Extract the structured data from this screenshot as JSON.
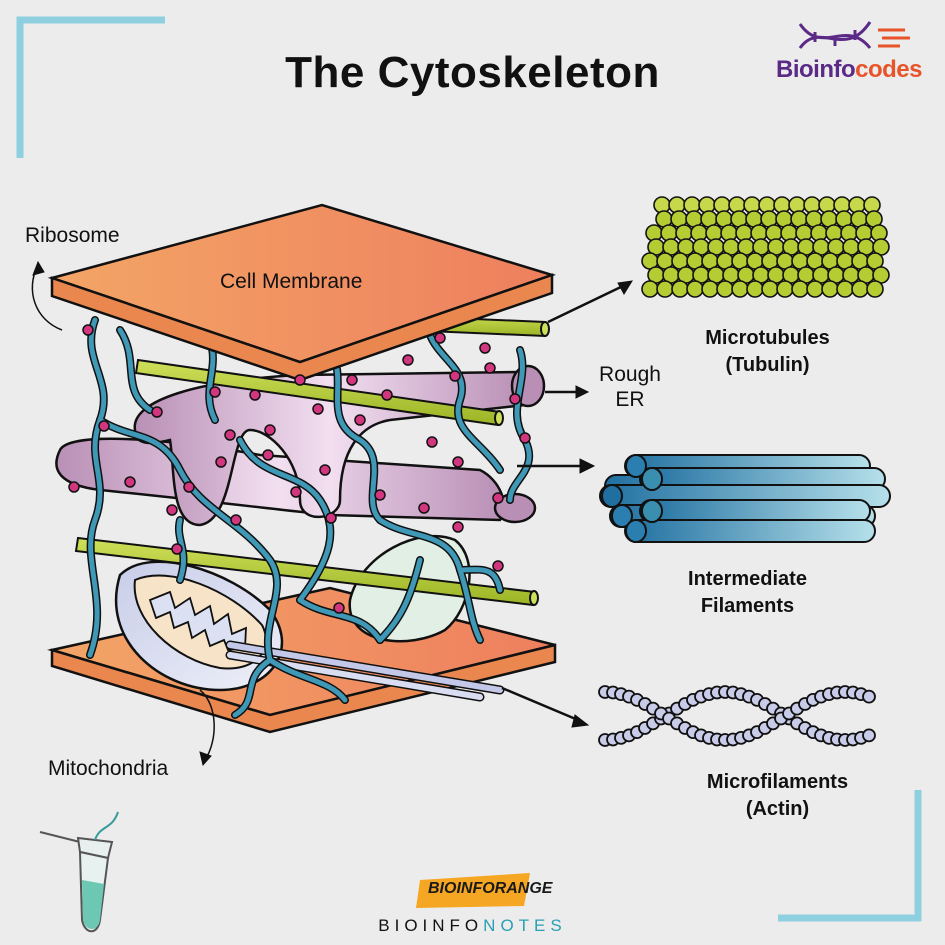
{
  "title": "The Cytoskeleton",
  "labels": {
    "ribosome": "Ribosome",
    "cell_membrane": "Cell Membrane",
    "rough_er_line1": "Rough",
    "rough_er_line2": "ER",
    "mitochondria": "Mitochondria",
    "microtubules_line1": "Microtubules",
    "microtubules_line2": "(Tubulin)",
    "intermediate_line1": "Intermediate",
    "intermediate_line2": "Filaments",
    "microfilaments_line1": "Microfilaments",
    "microfilaments_line2": "(Actin)"
  },
  "logos": {
    "bioinfocodes_main": "Bioinfo",
    "bioinfocodes_accent": "codes",
    "bioinforange": "BIOINFORANGE",
    "bioinfonotes_main": "BIOINFO",
    "bioinfonotes_accent": "NOTES"
  },
  "colors": {
    "background": "#ececec",
    "frame_accent": "#8fd0e0",
    "membrane": "#f09a62",
    "er": "#c9a2c4",
    "ribosome": "#d2367f",
    "intermediate_filament": "#3a8fb0",
    "microtubule": "#b5cc32",
    "actin": "#b9bfe2",
    "logo_purple": "#5b2a86",
    "logo_orange": "#e8542a"
  }
}
